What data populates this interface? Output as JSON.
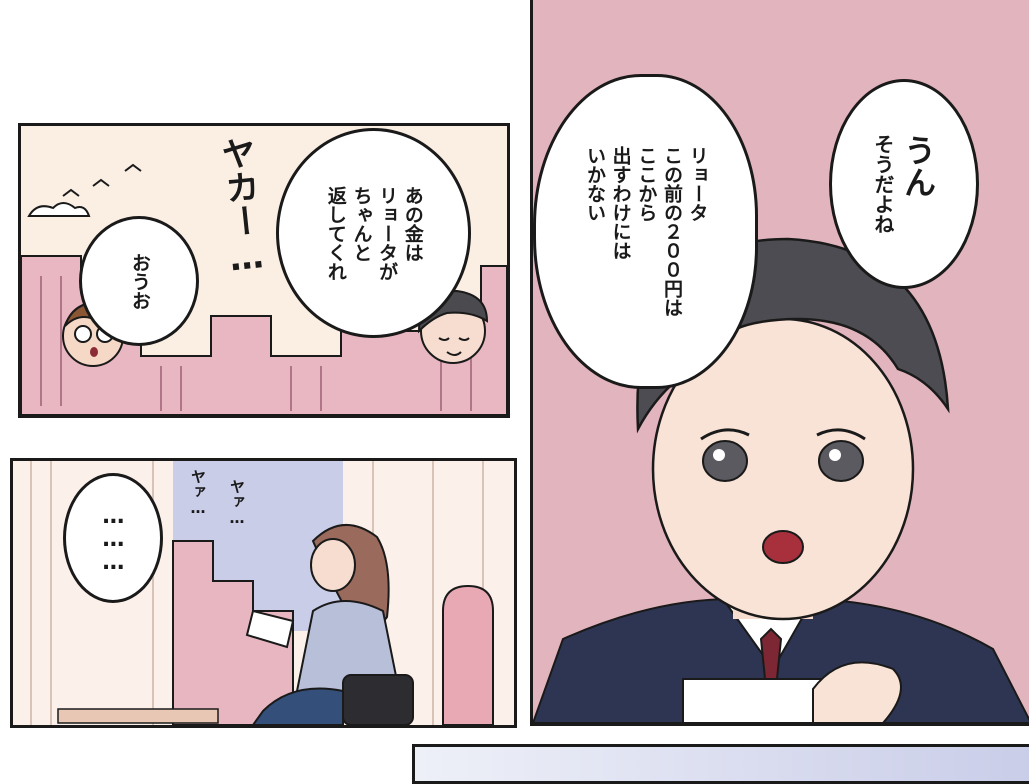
{
  "panel1": {
    "sfx": "ヤカー…",
    "bubble_left": [
      "お",
      "おう"
    ],
    "bubble_right": [
      "あの金は",
      "リョータが",
      "ちゃんと",
      "返してくれ"
    ]
  },
  "panel2": {
    "bubble": "………",
    "sfx": [
      "ヤァ…",
      "ヤァ…"
    ]
  },
  "panel3": {
    "bubble_top": [
      "うん",
      "そうだよね"
    ],
    "bubble_left": [
      "リョータ",
      "この前の２００円は",
      "ここから",
      "出すわけには",
      "いかない"
    ]
  }
}
